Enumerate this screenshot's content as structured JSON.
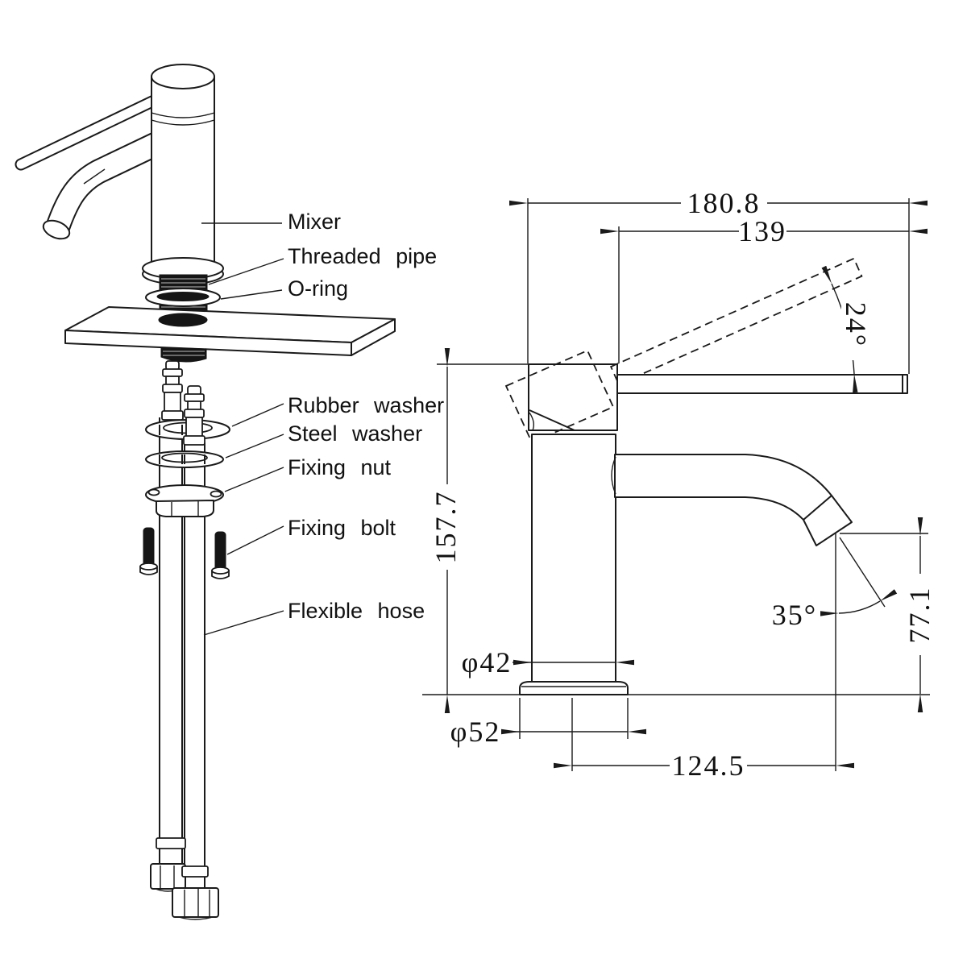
{
  "diagram": {
    "exploded": {
      "labels": {
        "mixer": "Mixer",
        "threaded_pipe": "Threaded pipe",
        "o_ring": "O-ring",
        "rubber_washer": "Rubber washer",
        "steel_washer": "Steel washer",
        "fixing_nut": "Fixing nut",
        "fixing_bolt": "Fixing bolt",
        "flexible_hose": "Flexible hose"
      }
    },
    "dimensions": {
      "overall_depth": "180.8",
      "spout_handle_reach": "139",
      "handle_angle": "24°",
      "total_height": "157.7",
      "body_diameter": "φ42",
      "base_diameter": "φ52",
      "spout_reach": "124.5",
      "outlet_height": "77.1",
      "outlet_angle": "35°"
    },
    "colors": {
      "line": "#1a1a1a",
      "background": "#ffffff"
    }
  }
}
